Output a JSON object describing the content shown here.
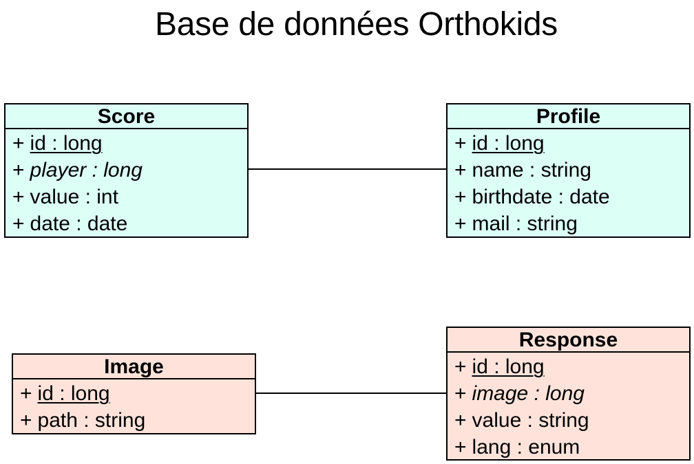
{
  "diagram": {
    "title": "Base de données Orthokids",
    "colors": {
      "group1_fill": "#dcfff6",
      "group2_fill": "#ffe3db",
      "stroke": "#000000"
    },
    "entities": {
      "score": {
        "name": "Score",
        "attributes": [
          {
            "prefix": "+",
            "text": "id : long",
            "style": "key"
          },
          {
            "prefix": "+",
            "text": "player : long",
            "style": "fk"
          },
          {
            "prefix": "+",
            "text": "value : int",
            "style": "plain"
          },
          {
            "prefix": "+",
            "text": "date : date",
            "style": "plain"
          }
        ]
      },
      "profile": {
        "name": "Profile",
        "attributes": [
          {
            "prefix": "+",
            "text": "id : long",
            "style": "key"
          },
          {
            "prefix": "+",
            "text": "name : string",
            "style": "plain"
          },
          {
            "prefix": "+",
            "text": "birthdate : date",
            "style": "plain"
          },
          {
            "prefix": "+",
            "text": "mail : string",
            "style": "plain"
          }
        ]
      },
      "image": {
        "name": "Image",
        "attributes": [
          {
            "prefix": "+",
            "text": "id : long",
            "style": "key"
          },
          {
            "prefix": "+",
            "text": "path : string",
            "style": "plain"
          }
        ]
      },
      "response": {
        "name": "Response",
        "attributes": [
          {
            "prefix": "+",
            "text": "id : long",
            "style": "key"
          },
          {
            "prefix": "+",
            "text": "image : long",
            "style": "fk"
          },
          {
            "prefix": "+",
            "text": "value : string",
            "style": "plain"
          },
          {
            "prefix": "+",
            "text": "lang : enum",
            "style": "plain"
          }
        ]
      }
    },
    "relations": [
      {
        "from": "Score",
        "to": "Profile"
      },
      {
        "from": "Image",
        "to": "Response"
      }
    ]
  }
}
